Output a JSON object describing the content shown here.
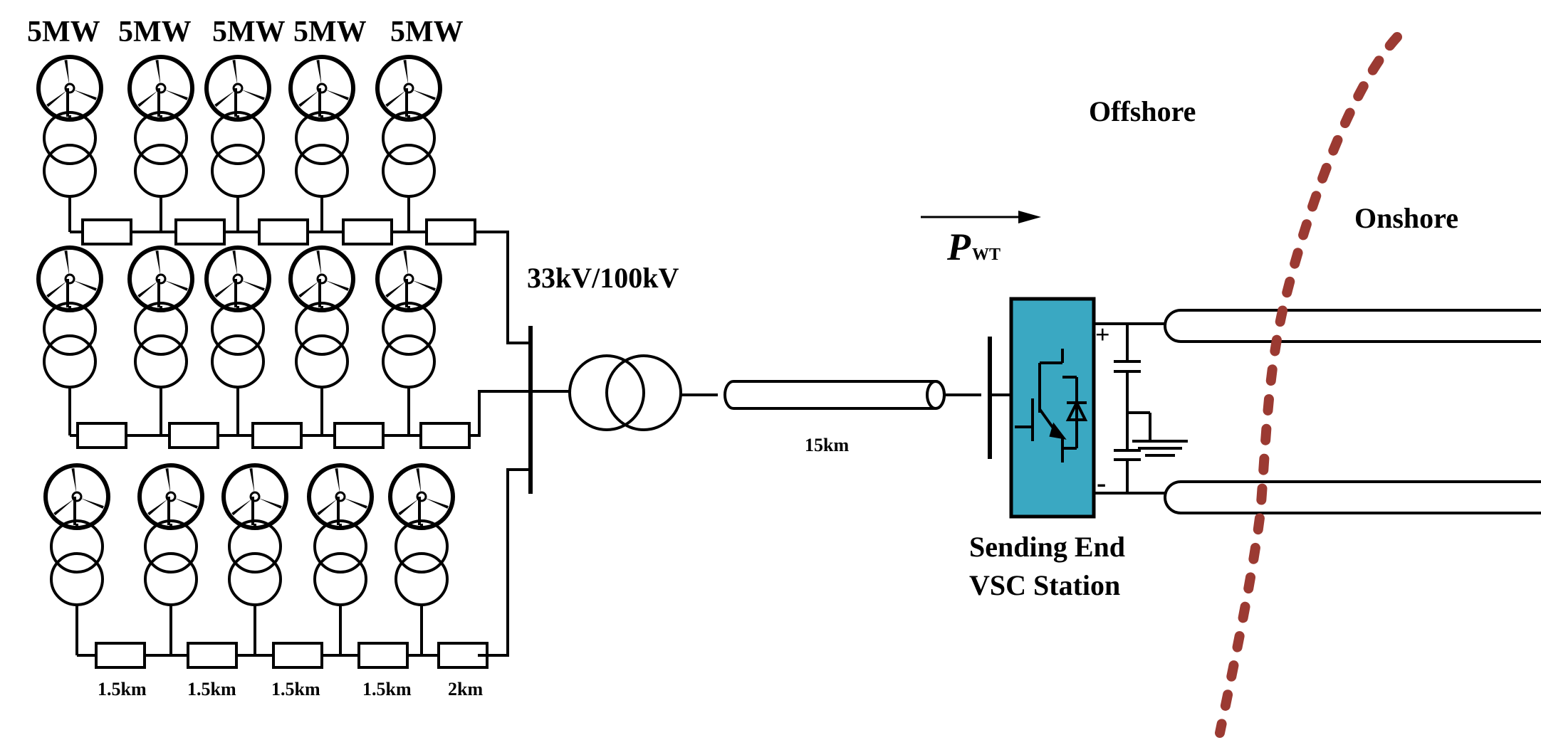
{
  "turbine_rating_labels": [
    "5MW",
    "5MW",
    "5MW",
    "5MW",
    "5MW"
  ],
  "transformer_label": "33kV/100kV",
  "power_flow": {
    "symbol": "P",
    "subscript": "WT"
  },
  "region_labels": {
    "offshore": "Offshore",
    "onshore": "Onshore"
  },
  "dc_polarity": {
    "positive": "+",
    "negative": "-"
  },
  "cable_length": "15km",
  "collector_cable_lengths": [
    "1.5km",
    "1.5km",
    "1.5km",
    "1.5km",
    "2km"
  ],
  "station_label": {
    "line1": "Sending End",
    "line2": "VSC Station"
  },
  "colors": {
    "converter_fill": "#3aa8c2",
    "boundary": "#9b3a32",
    "line": "#000000"
  },
  "icons": [
    "wind-turbine-icon",
    "transformer-icon",
    "igbt-icon",
    "diode-icon",
    "ground-icon",
    "capacitor-icon",
    "arrow-icon"
  ]
}
